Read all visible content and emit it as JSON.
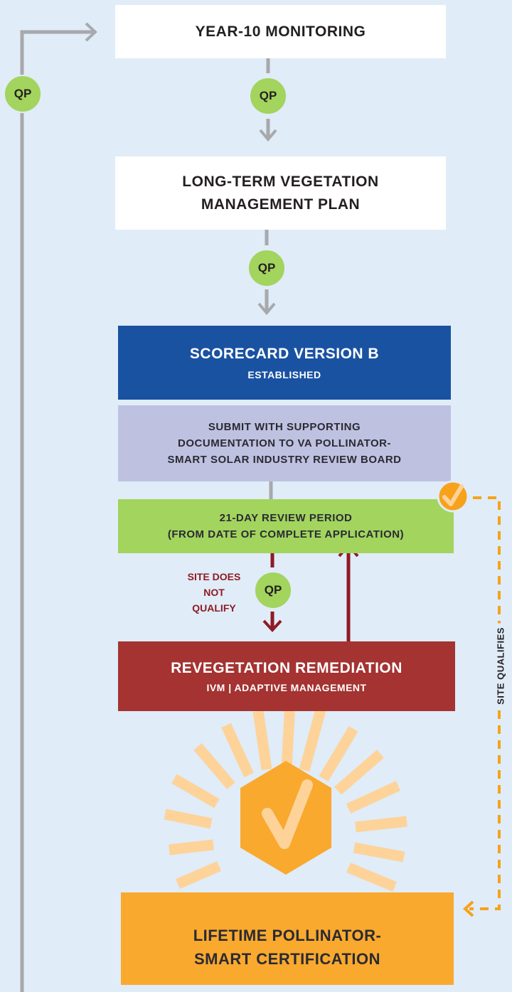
{
  "nodes": {
    "year10": {
      "label": "YEAR-10 MONITORING"
    },
    "long_term": {
      "line1": "LONG-TERM VEGETATION",
      "line2": "MANAGEMENT PLAN"
    },
    "scorecard": {
      "title": "SCORECARD VERSION B",
      "subtitle": "ESTABLISHED"
    },
    "submit": {
      "line1": "SUBMIT WITH SUPPORTING",
      "line2": "DOCUMENTATION TO VA POLLINATOR-",
      "line3": "SMART SOLAR INDUSTRY REVIEW BOARD"
    },
    "review": {
      "line1": "21-DAY REVIEW PERIOD",
      "line2": "(FROM DATE OF COMPLETE APPLICATION)"
    },
    "remediation": {
      "title": "REVEGETATION REMEDIATION",
      "subtitle": "IVM | ADAPTIVE MANAGEMENT"
    },
    "certification": {
      "line1": "LIFETIME POLLINATOR-",
      "line2": "SMART CERTIFICATION"
    }
  },
  "badges": {
    "qp": "QP"
  },
  "edge_labels": {
    "not_qualify": {
      "line1": "SITE DOES",
      "line2": "NOT",
      "line3": "QUALIFY"
    },
    "qualifies": "SITE QUALIFIES"
  },
  "colors": {
    "background": "#e0ecf7",
    "white_box": "#ffffff",
    "scorecard_blue": "#1a52a2",
    "submit_lavender": "#bfc1e1",
    "review_green": "#a2d45e",
    "remediation_red": "#a43331",
    "certification_orange": "#f9a92e",
    "connector_gray": "#a7a9ac",
    "fail_arrow_red": "#8e1b24",
    "qualify_dash_orange": "#f7a21b",
    "sun_rays": "#fdd39a"
  },
  "icons": {
    "check_badge": "check-circle-icon",
    "certification_badge": "hexagon-check-icon"
  }
}
